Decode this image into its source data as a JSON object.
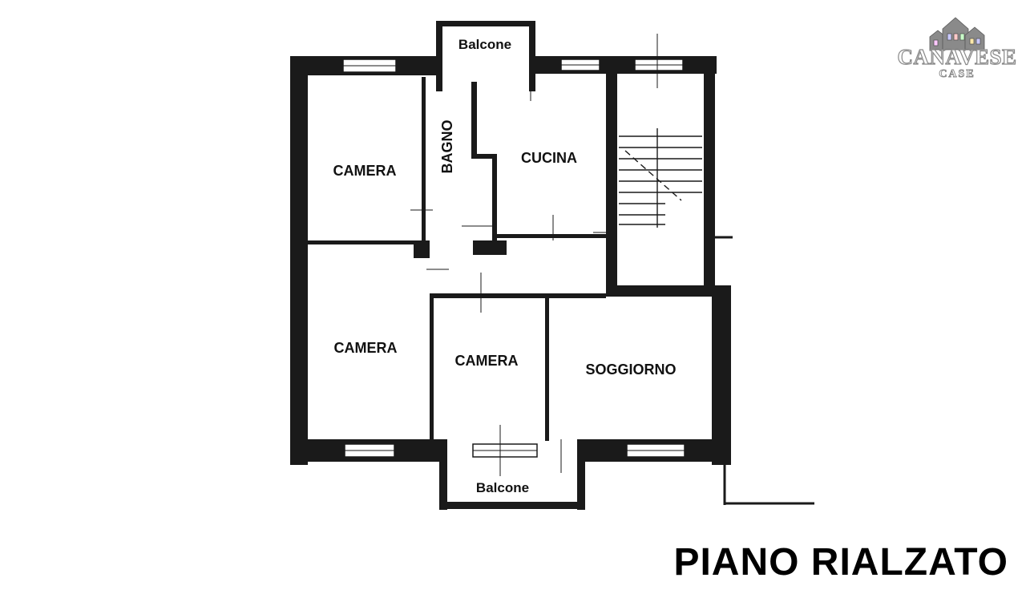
{
  "rooms": {
    "camera_top_left": "CAMERA",
    "bagno": "BAGNO",
    "cucina": "CUCINA",
    "camera_bottom_left": "CAMERA",
    "camera_center": "CAMERA",
    "soggiorno": "SOGGIORNO"
  },
  "balconies": {
    "top": "Balcone",
    "bottom": "Balcone"
  },
  "floor_title": "PIANO RIALZATO",
  "logo": {
    "name": "CANAVESE",
    "sub": "CASE",
    "icon": "houses-icon"
  },
  "colors": {
    "wall": "#1a1a1a",
    "logo_stroke": "#888888"
  }
}
